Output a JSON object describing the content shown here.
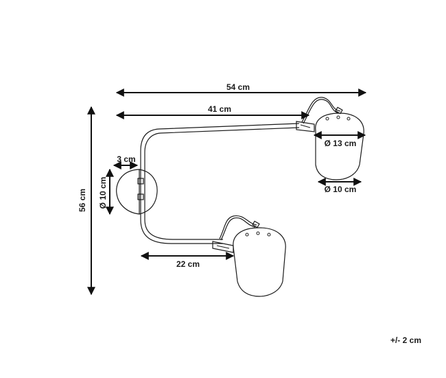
{
  "dimensions": {
    "total_width": "54 cm",
    "arm_length": "41 cm",
    "height": "56 cm",
    "base_depth": "3 cm",
    "base_diameter": "Ø 10 cm",
    "shade_top_diameter": "Ø 13 cm",
    "shade_bottom_diameter": "Ø 10 cm",
    "lower_arm_length": "22 cm"
  },
  "tolerance": "+/- 2 cm"
}
